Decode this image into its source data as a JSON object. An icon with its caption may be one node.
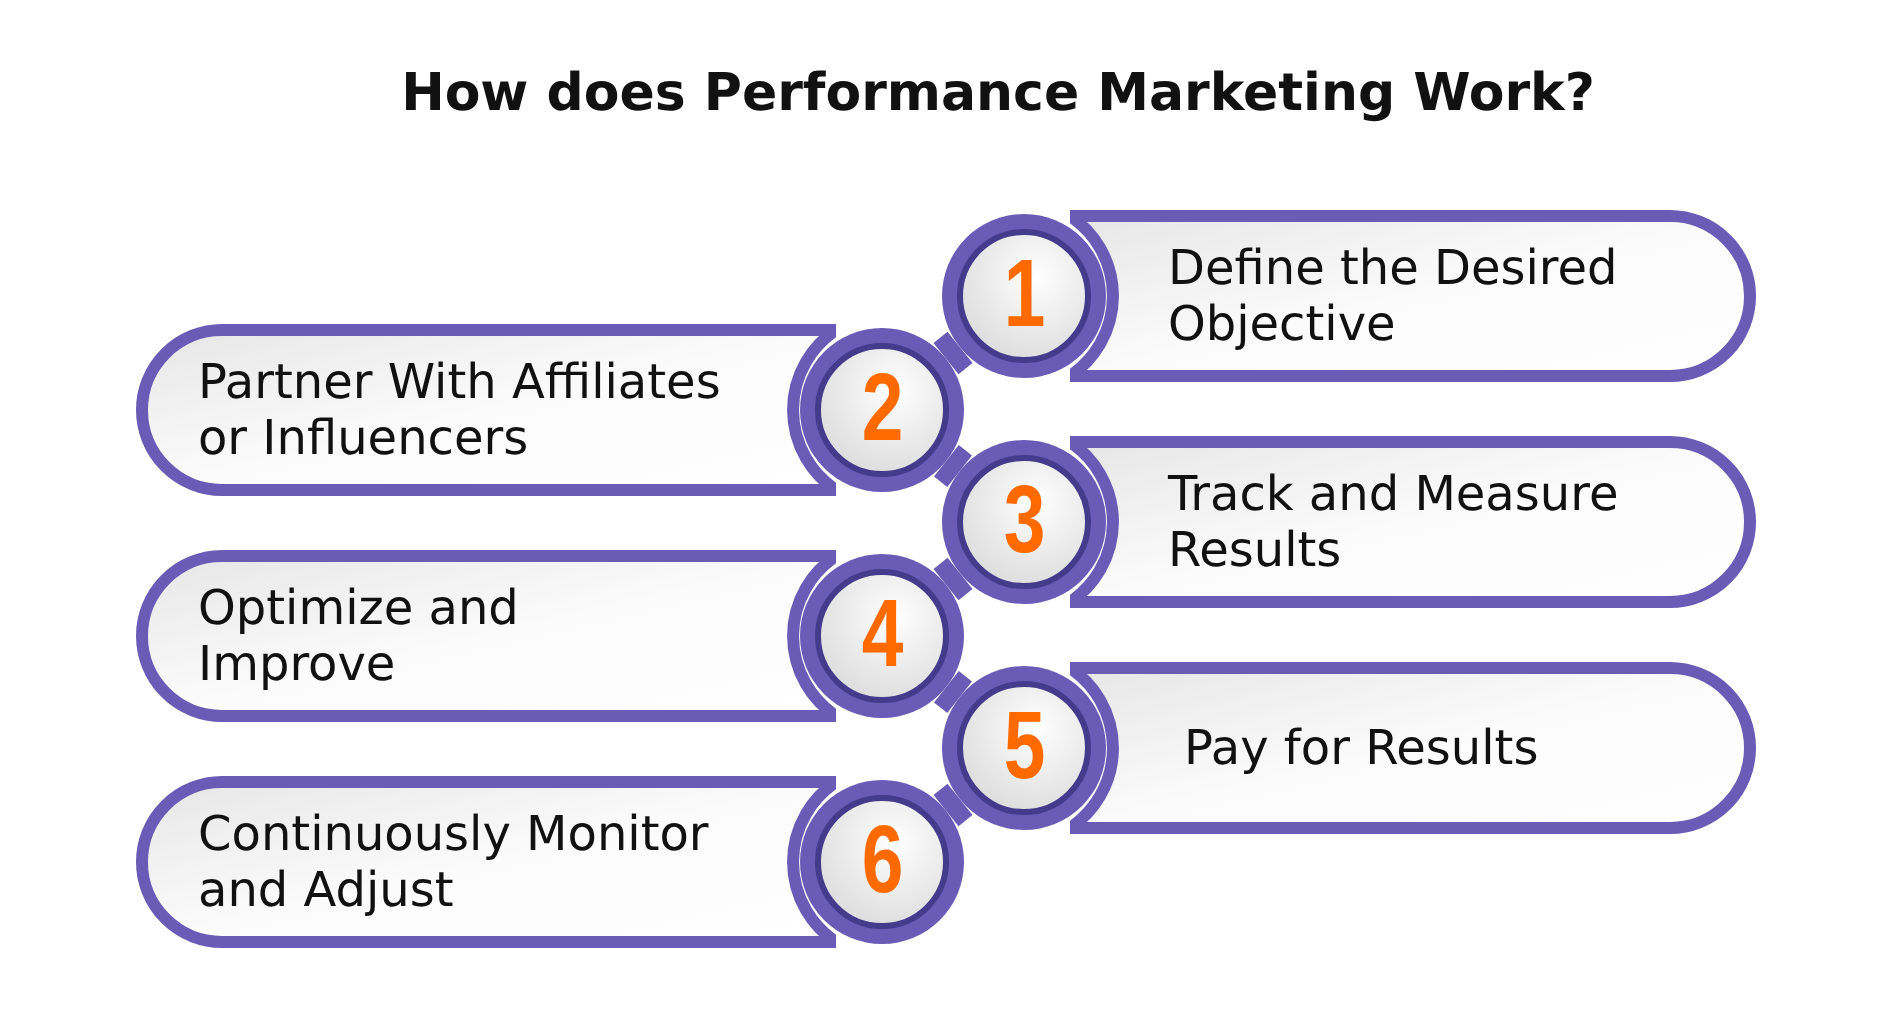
{
  "diagram": {
    "title": "How does Performance Marketing Work?",
    "nodes": [
      {
        "text": [
          "1"
        ]
      },
      {
        "text": [
          "Define the Desired Objective"
        ]
      },
      {
        "text": [
          "Partner With Affiliates or Influencers"
        ]
      },
      {
        "text": [
          "2"
        ]
      },
      {
        "text": [
          "3"
        ]
      },
      {
        "text": [
          "Track and Measure Results"
        ]
      },
      {
        "text": [
          "Optimize and Improve"
        ]
      },
      {
        "text": [
          "4"
        ]
      },
      {
        "text": [
          "5"
        ]
      },
      {
        "text": [
          "Pay for Results"
        ]
      },
      {
        "text": [
          "Continuously Monitor and Adjust"
        ]
      },
      {
        "text": [
          "6"
        ]
      }
    ],
    "edges": [
      {
        "from": 0,
        "to": 3,
        "arrow": "none"
      },
      {
        "from": 3,
        "to": 4,
        "arrow": "none"
      },
      {
        "from": 4,
        "to": 7,
        "arrow": "none"
      },
      {
        "from": 7,
        "to": 8,
        "arrow": "none"
      },
      {
        "from": 8,
        "to": 11,
        "arrow": "none"
      }
    ]
  }
}
